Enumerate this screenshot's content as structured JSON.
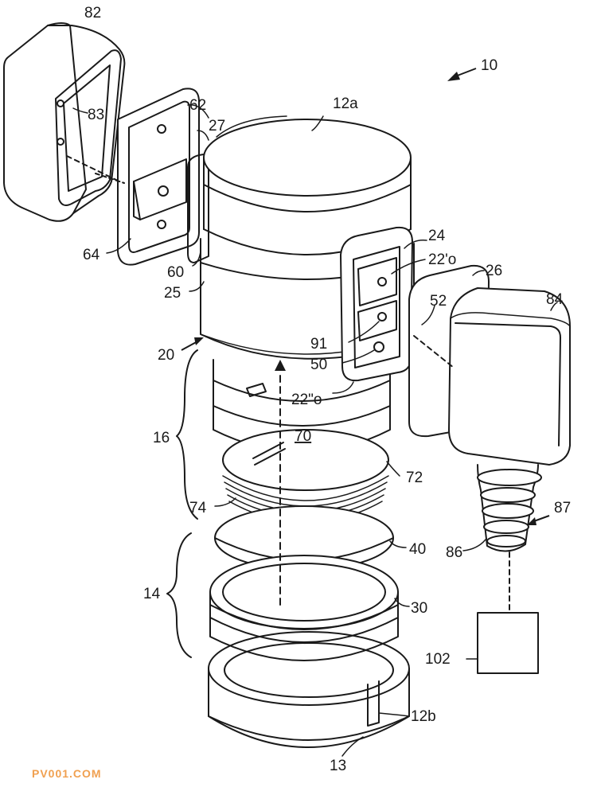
{
  "figure": {
    "reference_labels": {
      "assembly": "10",
      "housing_top": "12a",
      "housing_bottom": "12b",
      "slot": "13",
      "lower_section": "14",
      "middle_section": "16",
      "body": "20",
      "port_upper": "22'o",
      "port_lower": "22\"o",
      "frame_right": "24",
      "side_left": "25",
      "cover_right": "26",
      "side_mount": "27",
      "ring_30": "30",
      "disc_40": "40",
      "screw_50": "50",
      "block_52": "52",
      "block_60": "60",
      "frame_left": "62",
      "screw_64": "64",
      "collar_70": "70",
      "ring_72": "72",
      "thread_74": "74",
      "cap_left": "82",
      "cap_inner": "83",
      "cap_right": "84",
      "plug_tip": "86",
      "cable": "87",
      "screw_91": "91",
      "module_box": "102"
    }
  },
  "watermark": "PV001.COM"
}
